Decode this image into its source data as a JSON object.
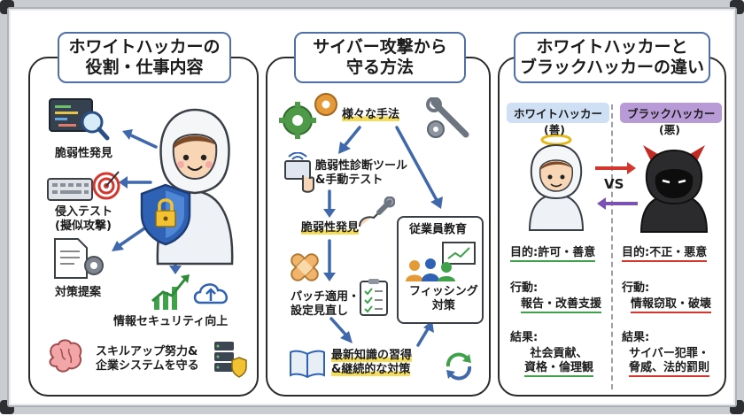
{
  "panels": {
    "left": {
      "title": "ホワイトハッカーの\n役割・仕事内容",
      "items": {
        "vuln": "脆弱性発見",
        "pentest": "侵入テスト\n(擬似攻撃)",
        "proposal": "対策提案",
        "security": "情報セキュリティ向上",
        "skill": "スキルアップ努力&\n企業システムを守る"
      }
    },
    "middle": {
      "title": "サイバー攻撃から\n守る方法",
      "steps": {
        "methods": "様々な手法",
        "diagnosis": "脆弱性診断ツール\n&手動テスト",
        "discovery": "脆弱性発見",
        "patch": "パッチ適用・\n設定見直し",
        "latest": "最新知識の習得\n&継続的な対策",
        "education": "従業員教育",
        "phishing": "フィッシング\n対策"
      }
    },
    "right": {
      "title": "ホワイトハッカーと\nブラックハッカーの違い",
      "white_label": "ホワイトハッカー",
      "white_sub": "(善)",
      "black_label": "ブラックハッカー",
      "black_sub": "(悪)",
      "vs": "VS",
      "white": {
        "purpose": "目的:許可・善意",
        "action_head": "行動:",
        "action": "報告・改善支援",
        "result_head": "結果:",
        "result": "社会貢献、\n資格・倫理観"
      },
      "black": {
        "purpose": "目的:不正・悪意",
        "action_head": "行動:",
        "action": "情報窃取・破壊",
        "result_head": "結果:",
        "result": "サイバー犯罪・\n脅威、法的罰則"
      }
    }
  },
  "colors": {
    "arrow": "#3f68ad",
    "title_border": "#4f6fa6",
    "highlight": "#f3dd5a",
    "white_tag": "#cfe0f5",
    "black_tag": "#b89bd6",
    "green_line": "#3fa14a",
    "red_line": "#d3372d"
  }
}
